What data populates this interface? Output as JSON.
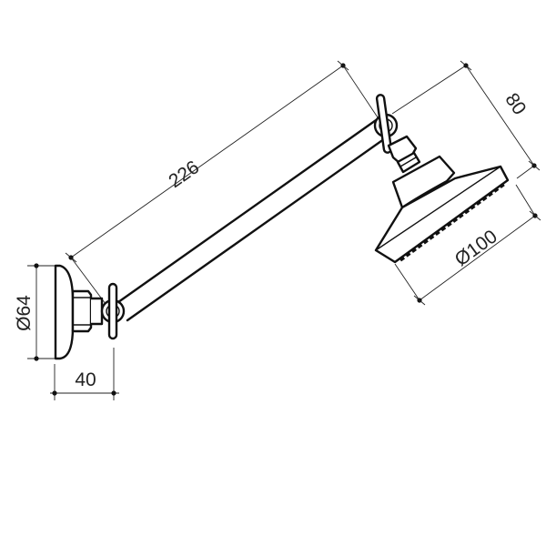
{
  "drawing": {
    "subject": "Adjustable shower arm with wall flange and shower head",
    "units": "mm",
    "dimensions": {
      "arm_length": "226",
      "head_height": "80",
      "head_diameter": "Ø100",
      "flange_diameter": "Ø64",
      "flange_depth": "40"
    }
  }
}
